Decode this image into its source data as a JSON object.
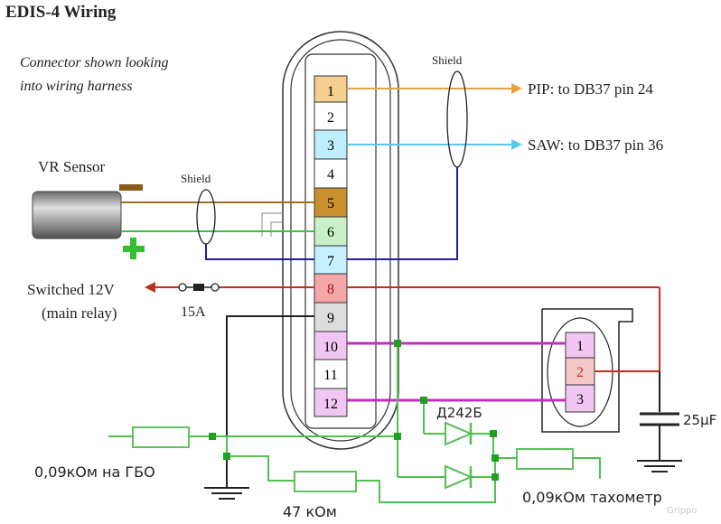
{
  "title": "EDIS-4 Wiring",
  "note_line1": "Connector shown looking",
  "note_line2": "into wiring harness",
  "vr_sensor_label": "VR Sensor",
  "shield_label": "Shield",
  "pin_labels": [
    "1",
    "2",
    "3",
    "4",
    "5",
    "6",
    "7",
    "8",
    "9",
    "10",
    "11",
    "12"
  ],
  "pip_label": "PIP: to DB37 pin 24",
  "saw_label": "SAW: to DB37 pin 36",
  "switched_12v_label": "Switched 12V",
  "main_relay_label": "(main relay)",
  "fuse_label": "15A",
  "coil_pin_labels": [
    "1",
    "2",
    "3"
  ],
  "diode_label": "Д242Б",
  "capacitor_label": "25µF",
  "resistor_gbo_label": "0,09кОм на ГБО",
  "resistor_47k_label": "47 кОм",
  "resistor_tach_label": "0,09кОм тахометр",
  "watermark": "Grippo",
  "colors": {
    "pin1": "#f5cf8f",
    "pin3": "#bfeeff",
    "pin5": "#c8912e",
    "pin6": "#c9f0c6",
    "pin7": "#c6f0ff",
    "pin8": "#f5a6a6",
    "pin9": "#dcdcdc",
    "pin10": "#f2c6f2",
    "pin12": "#f2c6f2",
    "coil2": "#f5c8c8",
    "pip_wire": "#e8a040",
    "saw_wire": "#55c8f0",
    "brown_wire": "#9a7020",
    "green_wire": "#40c040",
    "blue_wire": "#2020a0",
    "red_wire": "#c03020",
    "magenta_wire": "#c030c0",
    "ground_green": "#30b030",
    "resistor_green": "#60c060"
  }
}
